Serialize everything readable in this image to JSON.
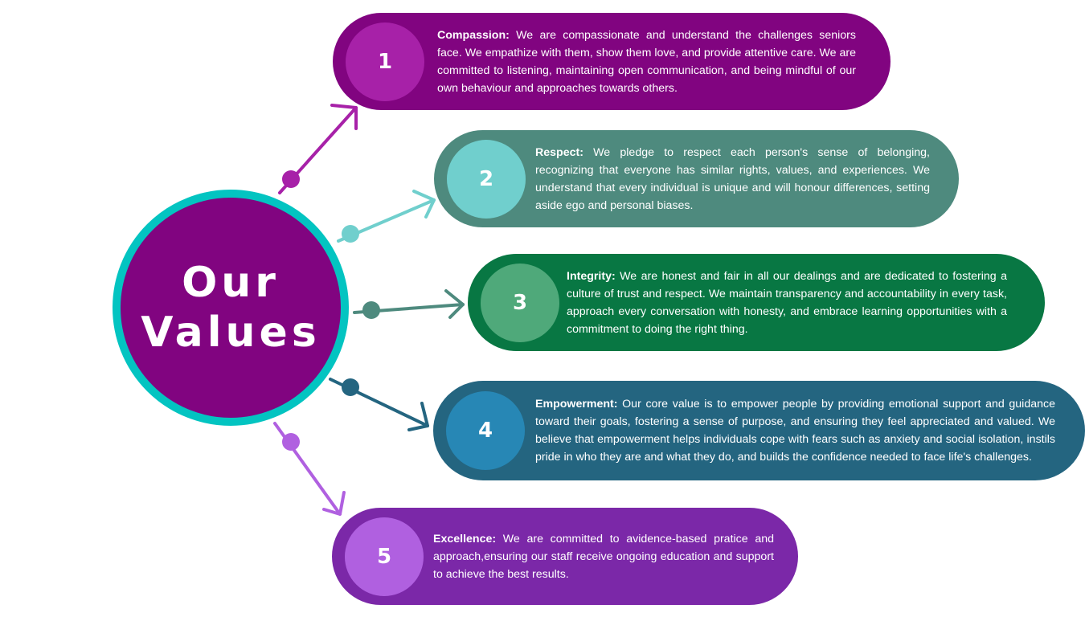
{
  "hub": {
    "line1": "Our",
    "line2": "Values",
    "fill_color": "#810480",
    "ring_color": "#03c4c1"
  },
  "values": [
    {
      "number": "1",
      "title": "Compassion:",
      "text": " We are compassionate and understand the challenges seniors face. We empathize with them, show them love, and provide attentive care. We are committed to listening, maintaining open communication, and being mindful of our own behaviour and approaches towards others.",
      "pill_color": "#810480",
      "badge_color": "#a721a8",
      "arrow_color": "#a721a8"
    },
    {
      "number": "2",
      "title": "Respect:",
      "text": " We pledge to respect each person's sense of belonging, recognizing that everyone has similar rights, values, and experiences. We understand that every individual is unique and will honour differences, setting aside ego and personal biases.",
      "pill_color": "#4e8a7e",
      "badge_color": "#70cfcd",
      "arrow_color": "#70cfcd"
    },
    {
      "number": "3",
      "title": "Integrity:",
      "text": " We are honest and fair in all our dealings and are dedicated to fostering a culture of trust and respect. We maintain transparency and accountability in every task, approach every conversation with honesty, and embrace learning opportunities with a commitment to doing the right thing.",
      "pill_color": "#087743",
      "badge_color": "#4fa97a",
      "arrow_color": "#4e8a7e"
    },
    {
      "number": "4",
      "title": "Empowerment:",
      "text": " Our core value is to empower people by providing emotional support and guidance toward their goals, fostering a sense of purpose, and ensuring they feel appreciated and valued. We believe that empowerment helps individuals cope with fears such as anxiety and social isolation, instils pride in who they are and what they do, and builds the confidence needed to face life's challenges.",
      "pill_color": "#246580",
      "badge_color": "#2787b5",
      "arrow_color": "#246580"
    },
    {
      "number": "5",
      "title": "Excellence:",
      "text": " We are committed to avidence-based pratice and approach,ensuring our staff receive ongoing education and support to achieve the best results.",
      "pill_color": "#7b28a8",
      "badge_color": "#b060e0",
      "arrow_color": "#b060e0"
    }
  ]
}
